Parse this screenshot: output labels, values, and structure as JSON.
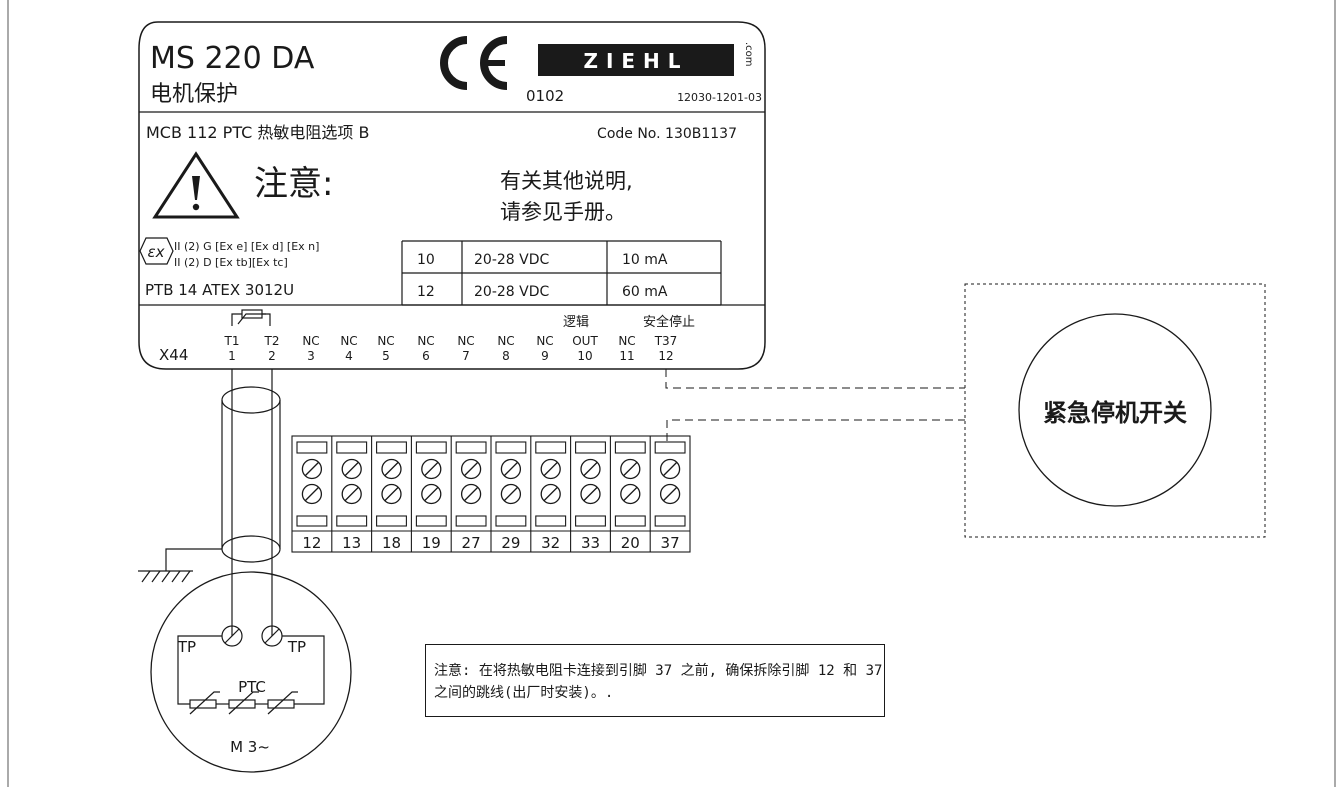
{
  "label": {
    "model": "MS 220 DA",
    "subtitle": "电机保护",
    "ce_mark": "CE",
    "notified_body": "0102",
    "brand": "ZIEHL",
    "brand_suffix": ".com",
    "doc_number": "12030-1201-03",
    "option_name": "MCB 112 PTC 热敏电阻选项  B",
    "code_no": "Code No. 130B1137",
    "caution_title": "注意:",
    "caution_text_1": "有关其他说明,",
    "caution_text_2": "请参见手册。",
    "ex_symbol": "εx",
    "ex_line_1": "II (2) G [Ex e] [Ex d] [Ex n]",
    "ex_line_2": "II (2) D [Ex tb][Ex tc]",
    "atex": "PTB 14 ATEX 3012U",
    "ratings": [
      {
        "terminal": "10",
        "voltage": "20-28 VDC",
        "current": "10 mA"
      },
      {
        "terminal": "12",
        "voltage": "20-28 VDC",
        "current": "60 mA"
      }
    ],
    "group_logic": "逻辑",
    "group_safe_stop": "安全停止",
    "connector": "X44",
    "pins": [
      {
        "name": "T1",
        "num": "1"
      },
      {
        "name": "T2",
        "num": "2"
      },
      {
        "name": "NC",
        "num": "3"
      },
      {
        "name": "NC",
        "num": "4"
      },
      {
        "name": "NC",
        "num": "5"
      },
      {
        "name": "NC",
        "num": "6"
      },
      {
        "name": "NC",
        "num": "7"
      },
      {
        "name": "NC",
        "num": "8"
      },
      {
        "name": "NC",
        "num": "9"
      },
      {
        "name": "OUT",
        "num": "10"
      },
      {
        "name": "NC",
        "num": "11"
      },
      {
        "name": "T37",
        "num": "12"
      }
    ]
  },
  "terminal_block": {
    "labels": [
      "12",
      "13",
      "18",
      "19",
      "27",
      "29",
      "32",
      "33",
      "20",
      "37"
    ]
  },
  "emergency_switch": "紧急停机开关",
  "motor": {
    "tp_left": "TP",
    "tp_right": "TP",
    "ptc": "PTC",
    "name": "M 3~"
  },
  "note": {
    "line_1": "注意: 在将热敏电阻卡连接到引脚 37 之前, 确保拆除引脚 12 和 37",
    "line_2": "之间的跳线(出厂时安装)。."
  }
}
